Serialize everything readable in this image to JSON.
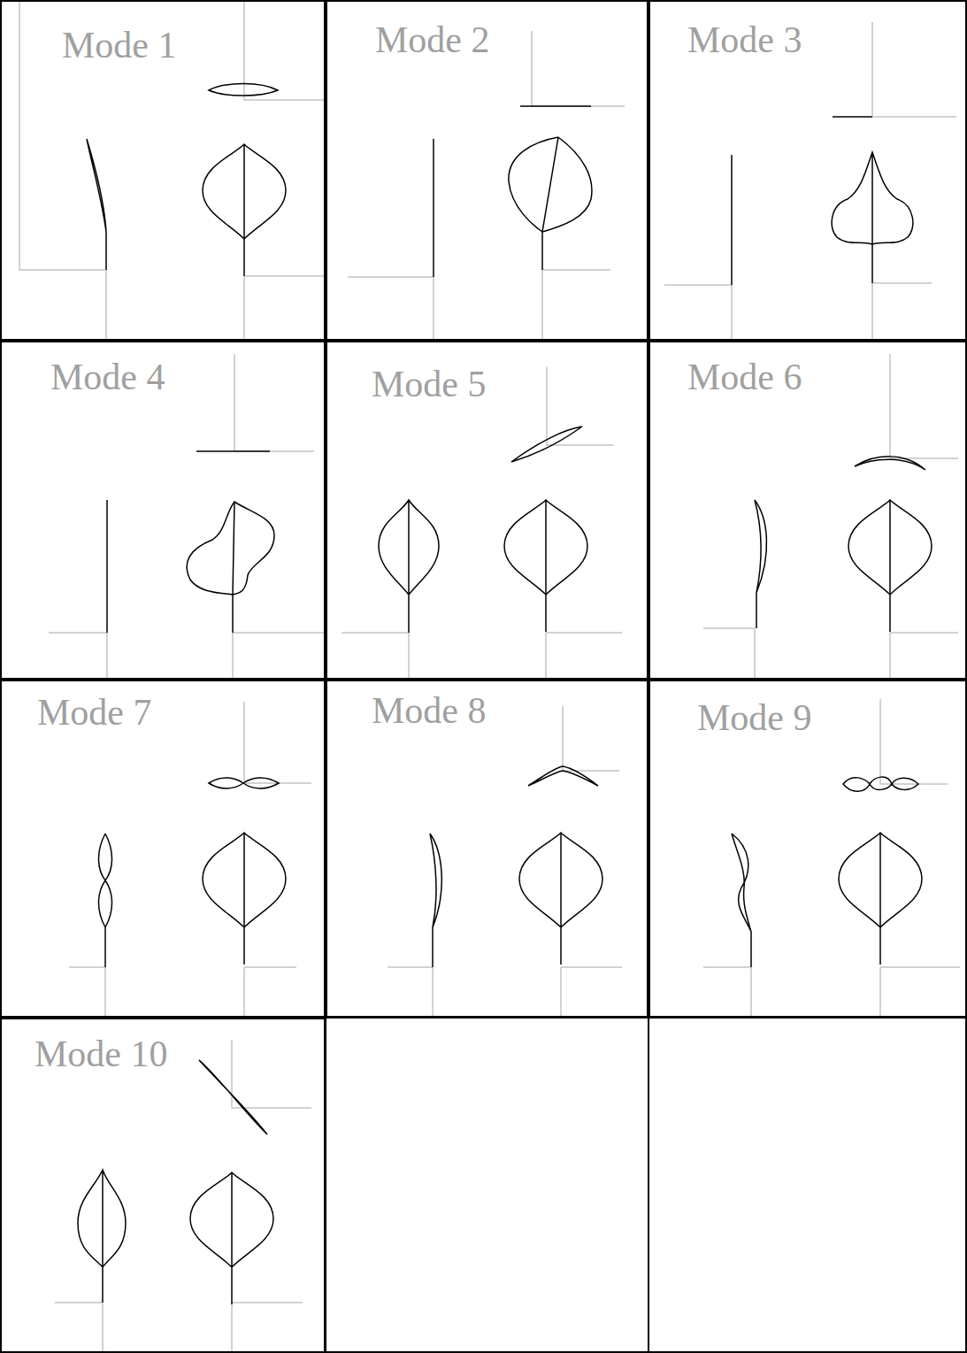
{
  "diagram": {
    "nodes": [
      {
        "text": [
          "Mode 1"
        ]
      },
      {
        "text": [
          "Mode 2"
        ]
      },
      {
        "text": [
          "Mode 3"
        ]
      },
      {
        "text": [
          "Mode 4"
        ]
      },
      {
        "text": [
          "Mode 5"
        ]
      },
      {
        "text": [
          "Mode 6"
        ]
      },
      {
        "text": [
          "Mode 7"
        ]
      },
      {
        "text": [
          "Mode 8"
        ]
      },
      {
        "text": [
          "Mode 9"
        ]
      },
      {
        "text": [
          "Mode 10"
        ]
      }
    ]
  }
}
